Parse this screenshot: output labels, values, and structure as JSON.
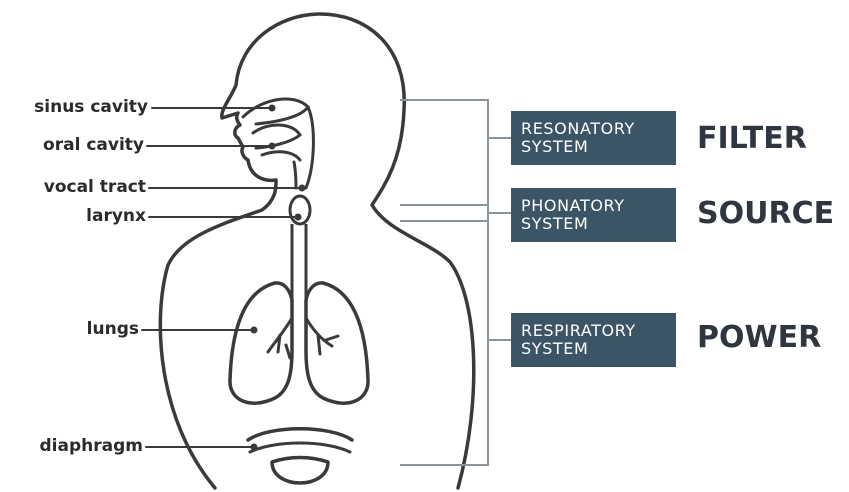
{
  "diagram": {
    "parts": {
      "sinus_cavity": "sinus cavity",
      "oral_cavity": "oral cavity",
      "vocal_tract": "vocal tract",
      "larynx": "larynx",
      "lungs": "lungs",
      "diaphragm": "diaphragm"
    },
    "systems": {
      "resonatory": {
        "line1": "RESONATORY",
        "line2": "SYSTEM",
        "role": "FILTER"
      },
      "phonatory": {
        "line1": "PHONATORY",
        "line2": "SYSTEM",
        "role": "SOURCE"
      },
      "respiratory": {
        "line1": "RESPIRATORY",
        "line2": "SYSTEM",
        "role": "POWER"
      }
    },
    "colors": {
      "box_fill": "#3c5566",
      "line": "#3a3a3a",
      "bracket": "#8a949a",
      "text": "#2b2b2b"
    }
  }
}
